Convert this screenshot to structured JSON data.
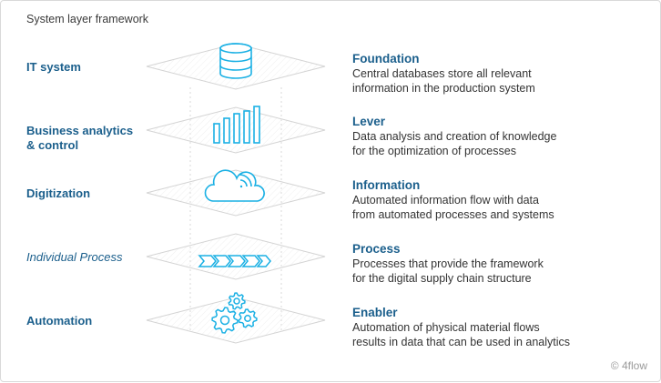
{
  "title": "System layer framework",
  "layers": [
    {
      "id": "it-system",
      "label": "IT system",
      "italic": false,
      "heading": "Foundation",
      "description": "Central databases store all relevant\ninformation in the production system",
      "icon": "database-icon"
    },
    {
      "id": "business-analytics",
      "label": "Business analytics\n& control",
      "italic": false,
      "heading": "Lever",
      "description": "Data analysis and creation of knowledge\nfor the optimization of processes",
      "icon": "bar-chart-icon"
    },
    {
      "id": "digitization",
      "label": "Digitization",
      "italic": false,
      "heading": "Information",
      "description": "Automated information flow with data\nfrom automated processes and systems",
      "icon": "cloud-wifi-icon"
    },
    {
      "id": "individual-process",
      "label": "Individual Process",
      "italic": true,
      "heading": "Process",
      "description": "Processes that provide the framework\nfor the digital supply chain structure",
      "icon": "process-chevrons-icon"
    },
    {
      "id": "automation",
      "label": "Automation",
      "italic": false,
      "heading": "Enabler",
      "description": "Automation of physical material flows\nresults in data that can be used in analytics",
      "icon": "gears-icon"
    }
  ],
  "copyright": "© 4flow",
  "colors": {
    "accent": "#1ab0e4",
    "label": "#1b5f8c",
    "diamond_stroke": "#d4d4d4"
  }
}
